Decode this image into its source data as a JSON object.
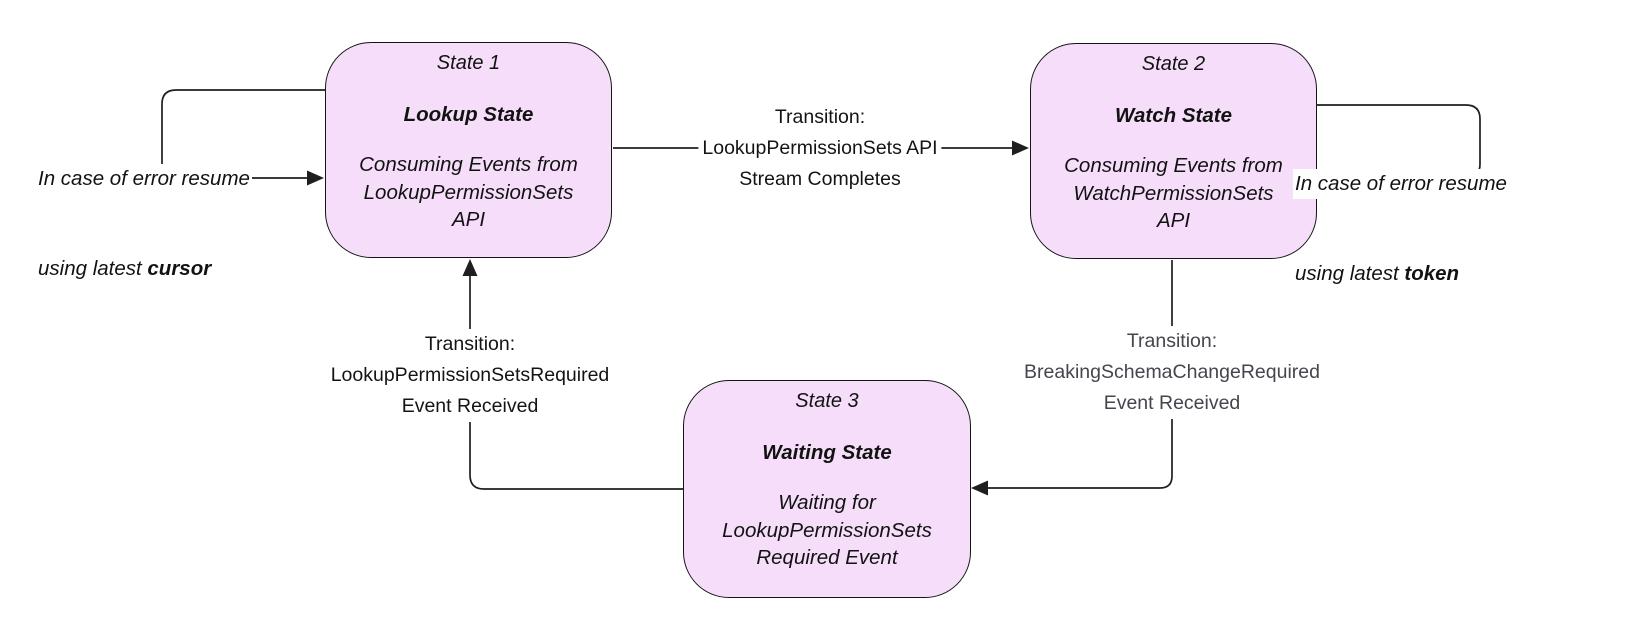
{
  "diagram": {
    "states": [
      {
        "title": "State 1",
        "name": "Lookup State",
        "desc": [
          "Consuming Events from",
          "LookupPermissionSets",
          "API"
        ]
      },
      {
        "title": "State 2",
        "name": "Watch State",
        "desc": [
          "Consuming Events from",
          "WatchPermissionSets",
          "API"
        ]
      },
      {
        "title": "State 3",
        "name": "Waiting State",
        "desc": [
          "Waiting for",
          "LookupPermissionSets",
          "Required Event"
        ]
      }
    ],
    "transitions": {
      "state1_to_state2": [
        "Transition:",
        "LookupPermissionSets API",
        "Stream Completes"
      ],
      "state2_to_state3": [
        "Transition:",
        "BreakingSchemaChangeRequired",
        "Event Received"
      ],
      "state3_to_state1": [
        "Transition:",
        "LookupPermissionSetsRequired",
        "Event Received"
      ]
    },
    "error_loops": {
      "state1": {
        "line1": "In case of error resume",
        "line2_prefix": "using latest ",
        "line2_bold": "cursor"
      },
      "state2": {
        "line1": "In case of error resume",
        "line2_prefix": "using latest ",
        "line2_bold": "token"
      }
    },
    "colors": {
      "state_fill": "#f6defa",
      "state_border": "#141414",
      "arrow": "#1f1f1f",
      "transition_text": "#141418",
      "transition_text_muted": "#45454d"
    }
  }
}
